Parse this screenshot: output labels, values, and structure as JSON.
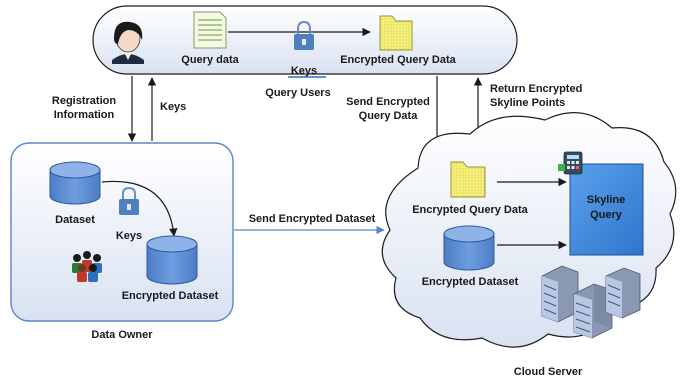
{
  "query_users": {
    "label": "Query Users",
    "query_data": "Query data",
    "keys": "Keys",
    "encrypted_query_data": "Encrypted Query Data"
  },
  "arrows": {
    "registration_line1": "Registration",
    "registration_line2": "Information",
    "keys": "Keys",
    "send_query_line1": "Send Encrypted",
    "send_query_line2": "Query Data",
    "return_line1": "Return Encrypted",
    "return_line2": "Skyline Points",
    "send_dataset": "Send Encrypted Dataset"
  },
  "data_owner": {
    "label": "Data Owner",
    "dataset": "Dataset",
    "keys": "Keys",
    "encrypted_dataset": "Encrypted Dataset"
  },
  "cloud_server": {
    "label": "Cloud Server",
    "encrypted_query_data": "Encrypted Query Data",
    "encrypted_dataset": "Encrypted Dataset",
    "skyline_line1": "Skyline",
    "skyline_line2": "Query"
  },
  "colors": {
    "panel_fill_top": "#ffffff",
    "panel_fill_bottom": "#dbe4f3",
    "panel_stroke": "#1f1f1f",
    "owner_stroke": "#5b86c6",
    "cylinder": "#5b8ad0",
    "skyline_box": "#3f86d9",
    "folder": "#f2ef6f",
    "lock": "#4f7fc0",
    "arrow": "#1a1a1a",
    "dataset_arrow": "#5b86c6"
  },
  "icons": [
    "user-avatar-icon",
    "document-icon",
    "folder-icon",
    "lock-icon",
    "database-icon",
    "people-group-icon",
    "calculator-icon",
    "server-rack-icon"
  ]
}
